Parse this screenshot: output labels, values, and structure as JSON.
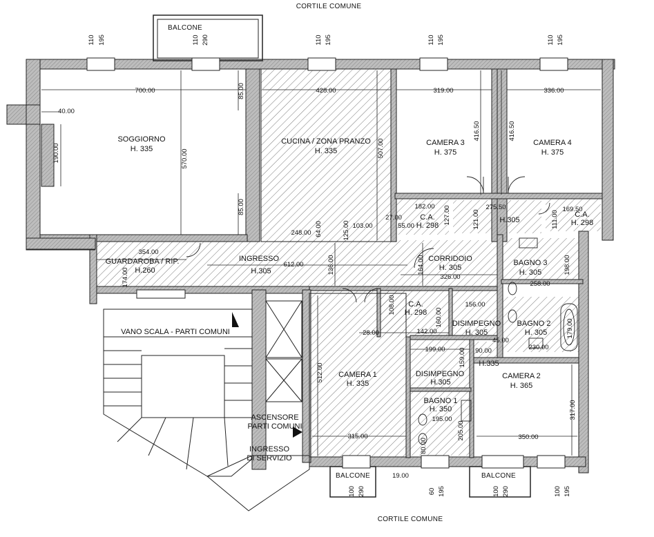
{
  "courtyard": {
    "top": "CORTILE COMUNE",
    "bottom": "CORTILE COMUNE"
  },
  "rooms": {
    "soggiorno": {
      "name": "SOGGIORNO",
      "height": "H. 335"
    },
    "cucina": {
      "name": "CUCINA / ZONA PRANZO",
      "height": "H. 335"
    },
    "camera3": {
      "name": "CAMERA 3",
      "height": "H. 375"
    },
    "camera4": {
      "name": "CAMERA 4",
      "height": "H. 375"
    },
    "ca_left": {
      "name": "C.A.",
      "height": "H. 298"
    },
    "ca_right": {
      "name": "C.A.",
      "height": "H. 298"
    },
    "h305_top": {
      "height": "H.305"
    },
    "guardaroba": {
      "name": "GUARDAROBA / RIP.",
      "height": "H.260"
    },
    "ingresso": {
      "name": "INGRESSO",
      "height": "H.305"
    },
    "corridoio": {
      "name": "CORRIDOIO",
      "height": "H. 305"
    },
    "bagno3": {
      "name": "BAGNO 3",
      "height": "H. 305"
    },
    "vano_scala": {
      "name": "VANO SCALA - PARTI COMUNI"
    },
    "ca_mid": {
      "name": "C.A.",
      "height": "H. 298"
    },
    "disimpegno1": {
      "name": "DISIMPEGNO",
      "height": "H. 305"
    },
    "bagno2": {
      "name": "BAGNO 2",
      "height": "H. 305"
    },
    "camera1": {
      "name": "CAMERA 1",
      "height": "H. 335"
    },
    "disimpegno2": {
      "name": "DISIMPEGNO",
      "height": "H.305"
    },
    "camera2": {
      "name": "CAMERA 2",
      "height": "H. 365"
    },
    "bagno1": {
      "name": "BAGNO 1",
      "height": "H. 350"
    },
    "ascensore": {
      "line1": "ASCENSORE",
      "line2": "PARTI COMUNI"
    },
    "ingresso_servizio": {
      "line1": "INGRESSO",
      "line2": "DI SERVIZIO"
    },
    "small_h335": {
      "height": "H.335"
    }
  },
  "balconies": {
    "top": "BALCONE",
    "bottom_left": "BALCONE",
    "bottom_right": "BALCONE"
  },
  "dimensions": {
    "d700": "700.00",
    "d428": "428.00",
    "d319": "319.00",
    "d336": "336.00",
    "d85a": "85.00",
    "d85b": "85.00",
    "d40": "40.00",
    "d190": "190.00",
    "d570": "570.00",
    "d507": "507.00",
    "d416a": "416.50",
    "d416b": "416.50",
    "d182": "182.00",
    "d127": "127.00",
    "d275": "275.50",
    "d169": "169.50",
    "d121": "121.00",
    "d111": "111.00",
    "d248": "248.00",
    "d64": "64.00",
    "d103": "103.00",
    "d125": "125.00",
    "d55": "55.00",
    "d27": "27.00",
    "d354": "354.00",
    "d174": "174.00",
    "d612": "612.00",
    "d136": "136.00",
    "d164": "164.00",
    "d326": "326.00",
    "d198": "198.00",
    "d258": "258.00",
    "d156": "156.00",
    "d108": "108.00",
    "d160": "160.00",
    "d142": "142.00",
    "d28": "28.00",
    "d45": "45.00",
    "d90": "90.00",
    "d230": "230.00",
    "d179": "179.00",
    "d199": "199.00",
    "d159": "159.00",
    "d512": "512.00",
    "d317": "317.00",
    "d350": "350.00",
    "d315": "315.00",
    "d195": "195.00",
    "d205": "205.00",
    "d80": "80.00",
    "d19": "19.00"
  },
  "windows": {
    "w1a": "110",
    "w1b": "195",
    "w2a": "110",
    "w2b": "290",
    "w3a": "110",
    "w3b": "195",
    "w4a": "110",
    "w4b": "195",
    "w5a": "110",
    "w5b": "195",
    "b1a": "100",
    "b1b": "290",
    "b2a": "60",
    "b2b": "195",
    "b3a": "100",
    "b3b": "290",
    "b4a": "100",
    "b4b": "195"
  }
}
